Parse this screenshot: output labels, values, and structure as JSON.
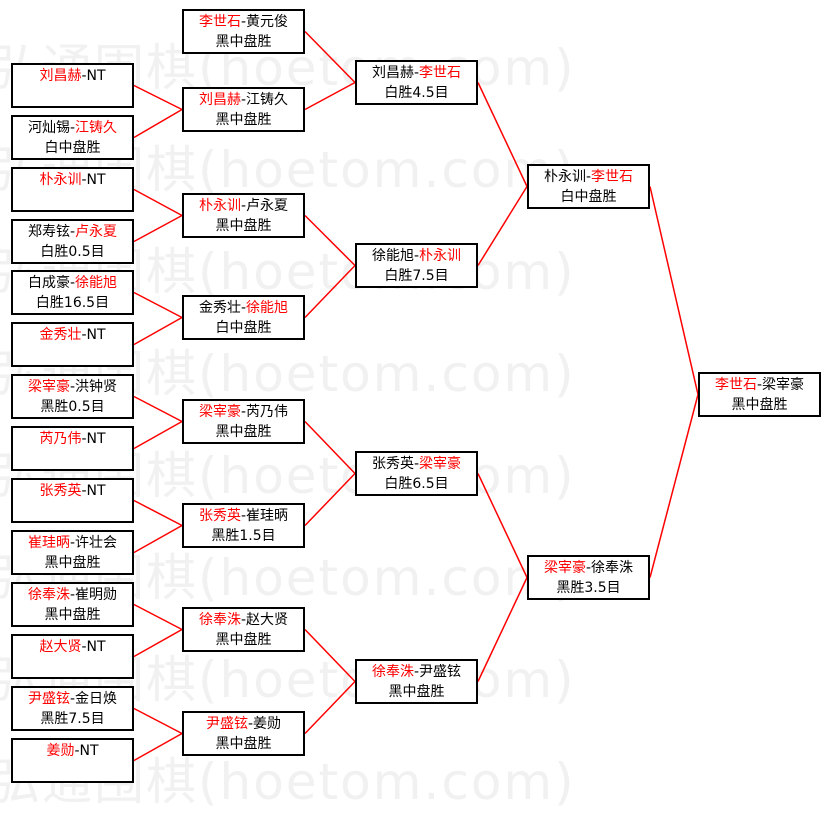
{
  "watermark": "弘通围棋(hoetom.com)",
  "colors": {
    "line": "#ff0000",
    "winner": "#ff0000",
    "text": "#000000",
    "border": "#000000"
  },
  "round1": [
    {
      "id": "a",
      "p1": "刘昌赫",
      "p2": "",
      "w": 1,
      "result": "-NT"
    },
    {
      "id": "b",
      "p1": "河灿锡",
      "p2": "江铸久",
      "w": 2,
      "result": "白中盘胜"
    },
    {
      "id": "c",
      "p1": "朴永训",
      "p2": "",
      "w": 1,
      "result": "-NT"
    },
    {
      "id": "d",
      "p1": "郑寿铉",
      "p2": "卢永夏",
      "w": 2,
      "result": "白胜0.5目"
    },
    {
      "id": "e",
      "p1": "白成豪",
      "p2": "徐能旭",
      "w": 2,
      "result": "白胜16.5目"
    },
    {
      "id": "f",
      "p1": "金秀壮",
      "p2": "",
      "w": 1,
      "result": "-NT"
    },
    {
      "id": "g",
      "p1": "梁宰豪",
      "p2": "洪钟贤",
      "w": 1,
      "result": "黑胜0.5目"
    },
    {
      "id": "h",
      "p1": "芮乃伟",
      "p2": "",
      "w": 1,
      "result": "-NT"
    },
    {
      "id": "i",
      "p1": "张秀英",
      "p2": "",
      "w": 1,
      "result": "-NT"
    },
    {
      "id": "j",
      "p1": "崔珪昞",
      "p2": "许壮会",
      "w": 1,
      "result": "黑中盘胜"
    },
    {
      "id": "k",
      "p1": "徐奉洙",
      "p2": "崔明勋",
      "w": 1,
      "result": "黑中盘胜"
    },
    {
      "id": "l",
      "p1": "赵大贤",
      "p2": "",
      "w": 1,
      "result": "-NT"
    },
    {
      "id": "m",
      "p1": "尹盛铉",
      "p2": "金日焕",
      "w": 1,
      "result": "黑胜7.5目"
    },
    {
      "id": "n",
      "p1": "姜勋",
      "p2": "",
      "w": 1,
      "result": "-NT"
    }
  ],
  "round2": [
    {
      "id": "o",
      "p1": "李世石",
      "p2": "黄元俊",
      "w": 1,
      "result": "黑中盘胜"
    },
    {
      "id": "p",
      "p1": "刘昌赫",
      "p2": "江铸久",
      "w": 1,
      "result": "黑中盘胜"
    },
    {
      "id": "q",
      "p1": "朴永训",
      "p2": "卢永夏",
      "w": 1,
      "result": "黑中盘胜"
    },
    {
      "id": "r",
      "p1": "金秀壮",
      "p2": "徐能旭",
      "w": 2,
      "result": "白中盘胜"
    },
    {
      "id": "s",
      "p1": "梁宰豪",
      "p2": "芮乃伟",
      "w": 1,
      "result": "黑中盘胜"
    },
    {
      "id": "t",
      "p1": "张秀英",
      "p2": "崔珪昞",
      "w": 1,
      "result": "黑胜1.5目"
    },
    {
      "id": "u",
      "p1": "徐奉洙",
      "p2": "赵大贤",
      "w": 1,
      "result": "黑中盘胜"
    },
    {
      "id": "v",
      "p1": "尹盛铉",
      "p2": "姜勋",
      "w": 1,
      "result": "黑中盘胜"
    }
  ],
  "round3": [
    {
      "id": "w",
      "p1": "刘昌赫",
      "p2": "李世石",
      "w": 2,
      "result": "白胜4.5目"
    },
    {
      "id": "x",
      "p1": "徐能旭",
      "p2": "朴永训",
      "w": 2,
      "result": "白胜7.5目"
    },
    {
      "id": "y",
      "p1": "张秀英",
      "p2": "梁宰豪",
      "w": 2,
      "result": "白胜6.5目"
    },
    {
      "id": "z",
      "p1": "徐奉洙",
      "p2": "尹盛铉",
      "w": 1,
      "result": "黑中盘胜"
    }
  ],
  "round4": [
    {
      "id": "sf1",
      "p1": "朴永训",
      "p2": "李世石",
      "w": 2,
      "result": "白中盘胜"
    },
    {
      "id": "sf2",
      "p1": "梁宰豪",
      "p2": "徐奉洙",
      "w": 1,
      "result": "黑胜3.5目"
    }
  ],
  "final": [
    {
      "id": "fin",
      "p1": "李世石",
      "p2": "梁宰豪",
      "w": 1,
      "result": "黑中盘胜"
    }
  ]
}
